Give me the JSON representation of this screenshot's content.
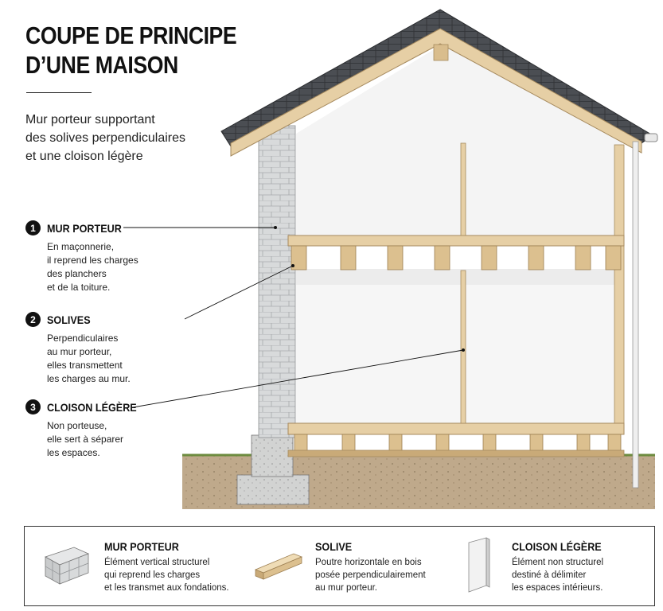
{
  "title": {
    "line1": "COUPE DE PRINCIPE",
    "line2": "D’UNE MAISON"
  },
  "subtitle": {
    "line1": "Mur porteur supportant",
    "line2": "des solives perpendiculaires",
    "line3": "et une cloison légère"
  },
  "callouts": [
    {
      "number": "1",
      "title": "MUR PORTEUR",
      "desc": [
        "En maçonnerie,",
        "il reprend les charges",
        "des planchers",
        "et de la toiture."
      ]
    },
    {
      "number": "2",
      "title": "SOLIVES",
      "desc": [
        "Perpendiculaires",
        "au mur porteur,",
        "elles transmettent",
        "les charges au mur."
      ]
    },
    {
      "number": "3",
      "title": "CLOISON LÉGÈRE",
      "desc": [
        "Non porteuse,",
        "elle sert à séparer",
        "les espaces."
      ]
    }
  ],
  "legend": [
    {
      "title": "MUR PORTEUR",
      "desc": [
        "Élément vertical structurel",
        "qui reprend les charges",
        "et les transmet aux fondations."
      ],
      "icon": "block-wall-icon"
    },
    {
      "title": "SOLIVE",
      "desc": [
        "Poutre horizontale en bois",
        "posée perpendiculairement",
        "au mur porteur."
      ],
      "icon": "timber-joist-icon"
    },
    {
      "title": "CLOISON LÉGÈRE",
      "desc": [
        "Élément non structurel",
        "destiné à délimiter",
        "les espaces intérieurs."
      ],
      "icon": "partition-panel-icon"
    }
  ],
  "colors": {
    "wood": "#e6cfa5",
    "wood_dark": "#c9aa78",
    "block": "#d9dbdc",
    "roof": "#4a4d52",
    "soil": "#b9a487"
  }
}
